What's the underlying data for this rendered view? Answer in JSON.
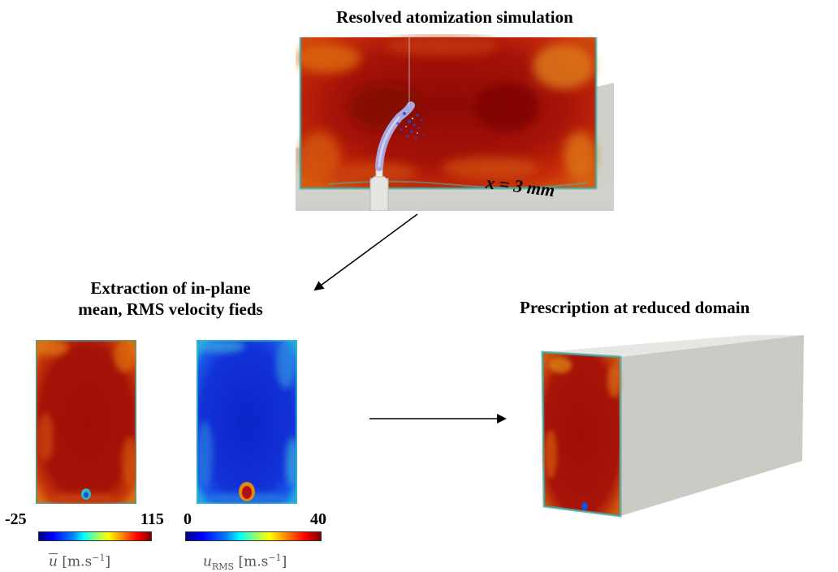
{
  "top": {
    "title": "Resolved atomization simulation",
    "plane_label": "x = 3 mm"
  },
  "left": {
    "title_line1": "Extraction of in-plane",
    "title_line2": "mean, RMS velocity fieds",
    "mean_colorbar": {
      "min": "-25",
      "max": "115",
      "label_symbol": "u",
      "label_units": "[m.s",
      "label_exp": "−1",
      "label_close": "]"
    },
    "rms_colorbar": {
      "min": "0",
      "max": "40",
      "label_symbol": "u",
      "label_sub": "RMS",
      "label_units": "[m.s",
      "label_exp": "−1",
      "label_close": "]"
    }
  },
  "right": {
    "title": "Prescription at reduced domain"
  },
  "colors": {
    "field_red": "#a01008",
    "field_blue": "#1030d8",
    "box_gray": "#d6d6d2",
    "arrow": "#000000"
  }
}
